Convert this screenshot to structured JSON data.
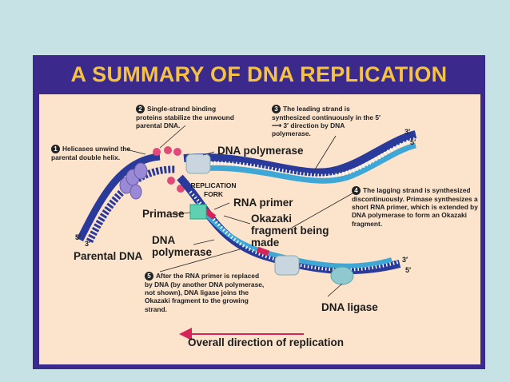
{
  "title": "A SUMMARY OF DNA REPLICATION",
  "callouts": [
    {
      "num": "1",
      "text": "Helicases unwind the parental double helix."
    },
    {
      "num": "2",
      "text": "Single-strand binding proteins stabilize the unwound parental DNA."
    },
    {
      "num": "3",
      "text": "The leading strand is synthesized continuously in the 5′ ⟶ 3′ direction by DNA polymerase."
    },
    {
      "num": "4",
      "text": "The lagging strand is synthesized discontinuously. Primase synthesizes a short RNA primer, which is extended by DNA polymerase to form an Okazaki fragment."
    },
    {
      "num": "5",
      "text": "After the RNA primer is replaced by DNA (by another DNA polymerase, not shown), DNA ligase joins the Okazaki fragment to the growing strand."
    }
  ],
  "labels": {
    "dna_polymerase_top": "DNA polymerase",
    "replication_fork": "REPLICATION FORK",
    "rna_primer": "RNA primer",
    "primase": "Primase",
    "okazaki": "Okazaki fragment being made",
    "dna_polymerase_left": "DNA polymerase",
    "parental_dna": "Parental DNA",
    "dna_ligase": "DNA ligase",
    "overall_direction": "Overall direction of replication"
  },
  "ends": {
    "three_prime": "3′",
    "five_prime": "5′"
  },
  "colors": {
    "slide": "#3b2a8c",
    "title": "#f5c242",
    "panel": "#fbe3cc",
    "strand": "#2a3a9a",
    "new_strand": "#3fa7d6",
    "primer": "#d6245a",
    "arrow": "#d6245a"
  }
}
